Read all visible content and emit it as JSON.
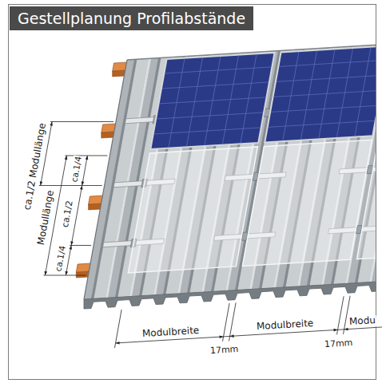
{
  "diagram": {
    "title": "Gestellplanung Profilabstände",
    "labels": [
      "ca.1/2 Modullänge",
      "ca.1/4",
      "Modullänge",
      "ca.1/2",
      "ca.1/4",
      "Modulbreite",
      "Modulbreite",
      "Modu",
      "17mm",
      "17mm"
    ]
  }
}
